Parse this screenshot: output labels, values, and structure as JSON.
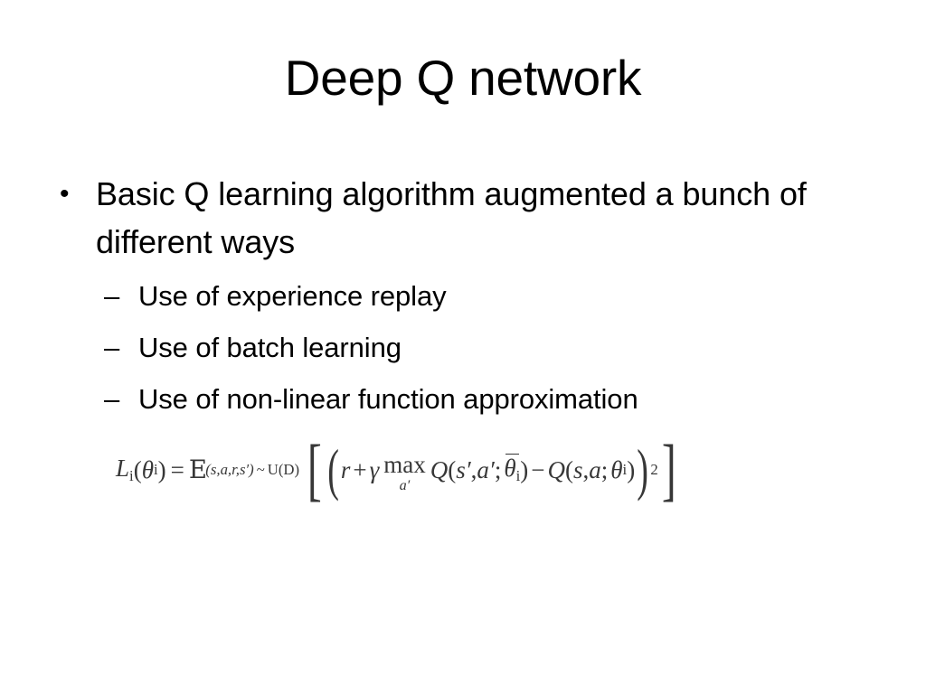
{
  "slide": {
    "title": "Deep Q network",
    "bullets": [
      {
        "level": 1,
        "marker": "•",
        "text": "Basic Q learning algorithm augmented a bunch of different ways"
      },
      {
        "level": 2,
        "marker": "–",
        "text": "Use of experience replay"
      },
      {
        "level": 2,
        "marker": "–",
        "text": "Use of batch learning"
      },
      {
        "level": 2,
        "marker": "–",
        "text": "Use of non-linear function approximation"
      }
    ],
    "formula": {
      "plain_text": "L_i(θ_i) = E_(s,a,r,s') ~ U(D) [ ( r + γ max_a' Q(s',a'; θ_i^-) − Q(s,a; θ_i) )^2 ]",
      "lhs_L": "L",
      "lhs_sub_i": "i",
      "lhs_open": "(",
      "lhs_theta": "θ",
      "lhs_theta_sub": "i",
      "lhs_close": ")",
      "equals": "=",
      "expectation_symbol": "E",
      "expectation_sub": "(s,a,r,s′)",
      "tilde": "~",
      "distribution": "U(D)",
      "bracket_open": "[",
      "paren_open": "(",
      "reward": "r",
      "plus": "+",
      "gamma": "γ",
      "max_op": "max",
      "max_limit": "a′",
      "q_target": "Q",
      "q_target_args_open": "(",
      "q_target_s": "s′",
      "q_target_comma": ",",
      "q_target_a": "a′",
      "q_target_semicolon": ";",
      "q_target_theta": "θ",
      "q_target_theta_sub": "i",
      "q_target_theta_sup": "−",
      "q_target_args_close": ")",
      "minus": "−",
      "q_online": "Q",
      "q_online_args_open": "(",
      "q_online_s": "s",
      "q_online_comma": ",",
      "q_online_a": "a",
      "q_online_semicolon": ";",
      "q_online_theta": "θ",
      "q_online_theta_sub": "i",
      "q_online_args_close": ")",
      "paren_close": ")",
      "power": "2",
      "bracket_close": "]"
    }
  },
  "colors": {
    "background": "#ffffff",
    "text": "#000000",
    "formula_ink": "#2c2c2c"
  }
}
